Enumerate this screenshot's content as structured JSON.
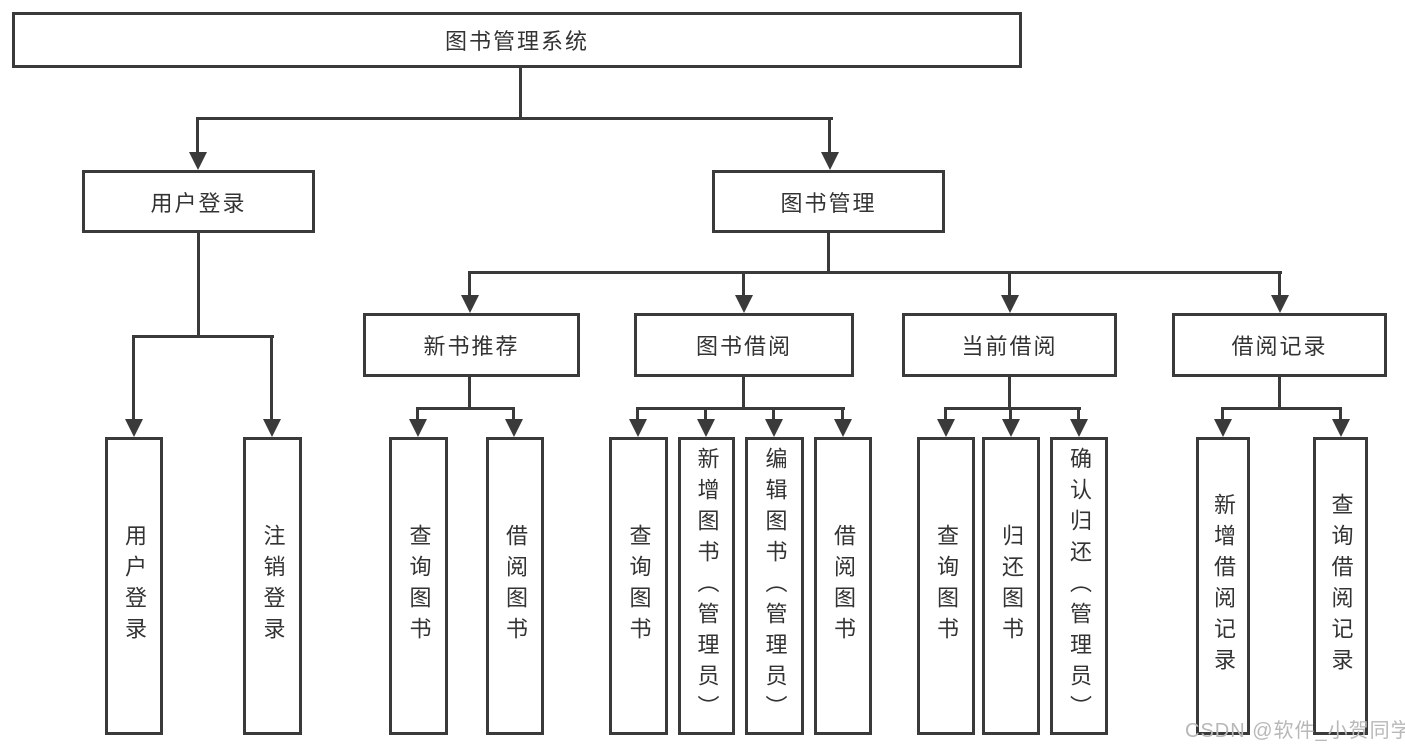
{
  "tree": {
    "label": "图书管理系统",
    "children": [
      {
        "label": "用户登录",
        "children": [
          {
            "label": "用户登录"
          },
          {
            "label": "注销登录"
          }
        ]
      },
      {
        "label": "图书管理",
        "children": [
          {
            "label": "新书推荐",
            "children": [
              {
                "label": "查询图书"
              },
              {
                "label": "借阅图书"
              }
            ]
          },
          {
            "label": "图书借阅",
            "children": [
              {
                "label": "查询图书"
              },
              {
                "label": "新增图书（管理员）"
              },
              {
                "label": "编辑图书（管理员）"
              },
              {
                "label": "借阅图书"
              }
            ]
          },
          {
            "label": "当前借阅",
            "children": [
              {
                "label": "查询图书"
              },
              {
                "label": "归还图书"
              },
              {
                "label": "确认归还（管理员）"
              }
            ]
          },
          {
            "label": "借阅记录",
            "children": [
              {
                "label": "新增借阅记录"
              },
              {
                "label": "查询借阅记录"
              }
            ]
          }
        ]
      }
    ]
  },
  "watermark": "CSDN @软件_小贺同学",
  "colors": {
    "line": "#3a3a3a",
    "text": "#333333",
    "watermark_text": "#b8b8b8",
    "background": "#ffffff"
  }
}
